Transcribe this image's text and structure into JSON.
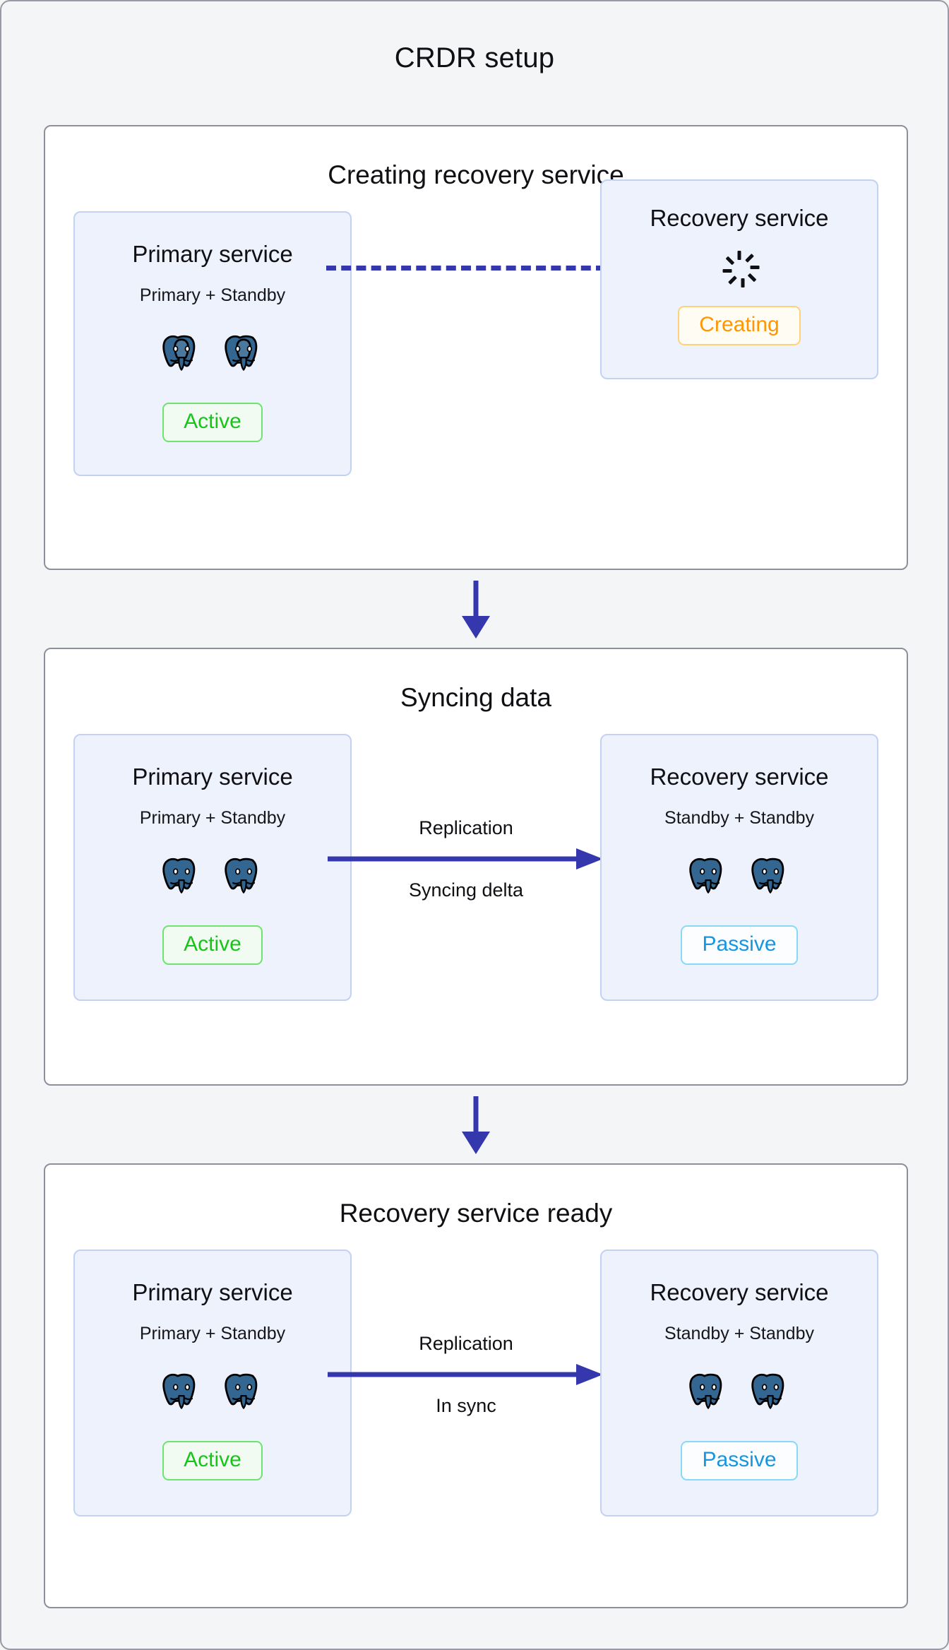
{
  "diagram": {
    "title": "CRDR setup",
    "type": "flow",
    "background_color": "#f4f5f7",
    "accent_color": "#3538ac"
  },
  "colors": {
    "panel_background": "#ffffff",
    "panel_border": "#8f8f9c",
    "card_background": "#eef2fd",
    "card_border": "#c3d1f2",
    "arrow": "#3538ac",
    "active_green": "#17c41a",
    "passive_blue": "#1596e0",
    "creating_orange": "#ff9500",
    "postgres_blue": "#336791"
  },
  "stages": [
    {
      "id": "stage-1",
      "title": "Creating recovery service",
      "left_service": {
        "name": "Primary service",
        "subtitle": "Primary + Standby",
        "nodes": [
          "postgres-icon",
          "postgres-icon"
        ],
        "status": "Active",
        "status_kind": "active"
      },
      "right_service": {
        "name": "Recovery service",
        "subtitle": "",
        "nodes": [
          "loading-spinner-icon"
        ],
        "status": "Creating",
        "status_kind": "creating"
      },
      "connector": {
        "style": "dashed",
        "label_top": "",
        "label_bottom": "",
        "has_arrowhead": false
      }
    },
    {
      "id": "stage-2",
      "title": "Syncing data",
      "left_service": {
        "name": "Primary service",
        "subtitle": "Primary + Standby",
        "nodes": [
          "postgres-icon",
          "postgres-icon"
        ],
        "status": "Active",
        "status_kind": "active"
      },
      "right_service": {
        "name": "Recovery service",
        "subtitle": "Standby + Standby",
        "nodes": [
          "postgres-icon",
          "postgres-icon"
        ],
        "status": "Passive",
        "status_kind": "passive"
      },
      "connector": {
        "style": "solid",
        "label_top": "Replication",
        "label_bottom": "Syncing delta",
        "has_arrowhead": true
      }
    },
    {
      "id": "stage-3",
      "title": "Recovery service ready",
      "left_service": {
        "name": "Primary service",
        "subtitle": "Primary + Standby",
        "nodes": [
          "postgres-icon",
          "postgres-icon"
        ],
        "status": "Active",
        "status_kind": "active"
      },
      "right_service": {
        "name": "Recovery service",
        "subtitle": "Standby + Standby",
        "nodes": [
          "postgres-icon",
          "postgres-icon"
        ],
        "status": "Passive",
        "status_kind": "passive"
      },
      "connector": {
        "style": "solid",
        "label_top": "Replication",
        "label_bottom": "In sync",
        "has_arrowhead": true
      }
    }
  ],
  "flow_arrows": [
    {
      "id": "flow-arrow-1-2",
      "from": "stage-1",
      "to": "stage-2",
      "direction": "down"
    },
    {
      "id": "flow-arrow-2-3",
      "from": "stage-2",
      "to": "stage-3",
      "direction": "down"
    }
  ]
}
